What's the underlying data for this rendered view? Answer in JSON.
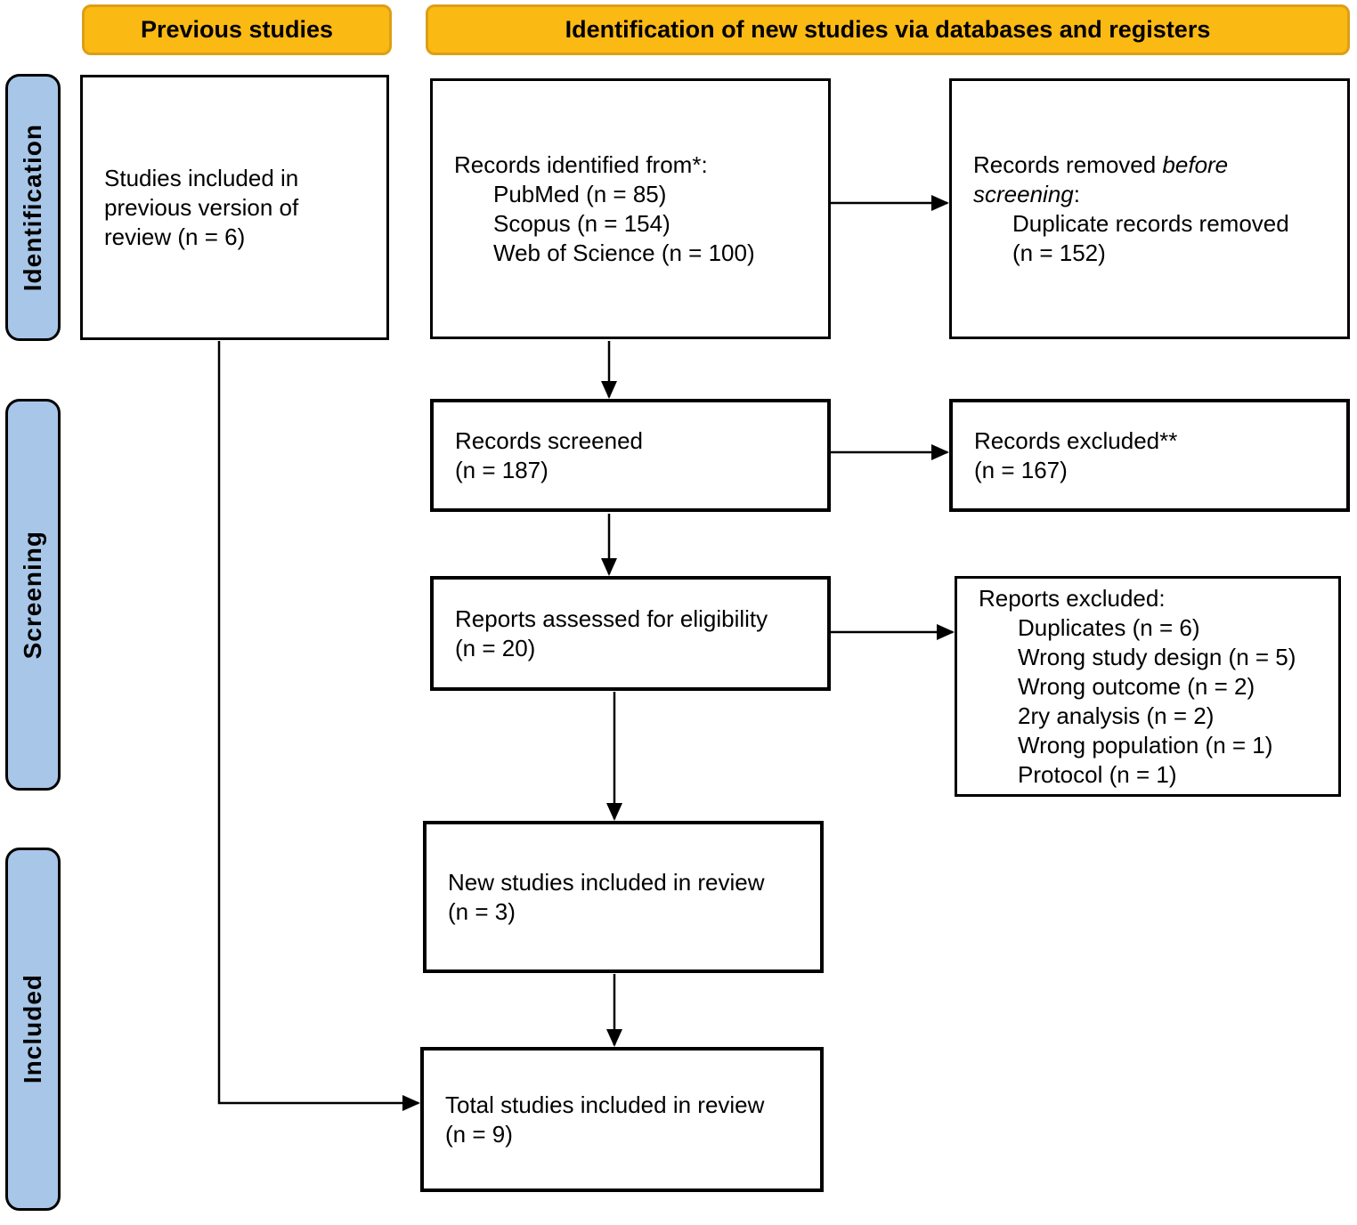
{
  "headers": {
    "previous": "Previous studies",
    "identification_new": "Identification of new studies via databases and registers"
  },
  "sidebar": {
    "identification": "Identification",
    "screening": "Screening",
    "included": "Included"
  },
  "colors": {
    "header_fill": "#FBB914",
    "header_border": "#DC9F15",
    "sidebar_fill": "#A8C6E8",
    "box_border": "#000000"
  },
  "boxes": {
    "previous_studies": {
      "lines": [
        "Studies included in",
        "previous version of",
        "review (n = 6)"
      ]
    },
    "records_identified": {
      "title": "Records identified from*:",
      "items": [
        "PubMed (n = 85)",
        "Scopus (n = 154)",
        "Web of Science (n = 100)"
      ]
    },
    "records_removed": {
      "l1_normal": "Records removed ",
      "l1_italic": "before",
      "l2_italic": "screening",
      "l2_normal": ":",
      "items": [
        "Duplicate records removed",
        "(n = 152)"
      ]
    },
    "records_screened": {
      "lines": [
        "Records screened",
        "(n = 187)"
      ]
    },
    "records_excluded": {
      "lines": [
        "Records excluded**",
        "(n = 167)"
      ]
    },
    "reports_assessed": {
      "lines": [
        "Reports assessed for eligibility",
        "(n = 20)"
      ]
    },
    "reports_excluded": {
      "title": "Reports excluded:",
      "items": [
        "Duplicates (n = 6)",
        "Wrong study design (n = 5)",
        "Wrong outcome (n = 2)",
        "2ry analysis (n = 2)",
        "Wrong population (n = 1)",
        "Protocol (n = 1)"
      ]
    },
    "new_studies": {
      "lines": [
        "New studies included in review",
        "(n = 3)"
      ]
    },
    "total_studies": {
      "lines": [
        "Total studies included in review",
        "(n = 9)"
      ]
    }
  }
}
